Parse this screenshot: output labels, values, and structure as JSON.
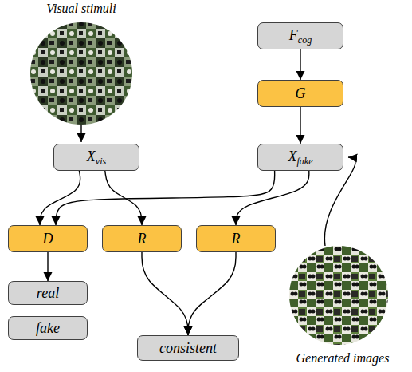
{
  "diagram": {
    "nodes": [
      {
        "text": [
          "Fcog"
        ]
      },
      {
        "text": [
          "G"
        ]
      },
      {
        "text": [
          "Xvis"
        ]
      },
      {
        "text": [
          "Xfake"
        ]
      },
      {
        "text": [
          "D"
        ]
      },
      {
        "text": [
          "R"
        ]
      },
      {
        "text": [
          "R"
        ]
      },
      {
        "text": [
          "real"
        ]
      },
      {
        "text": [
          "fake"
        ]
      },
      {
        "text": [
          "consistent"
        ]
      }
    ],
    "edges": [
      {
        "from": 0,
        "to": 1,
        "arrow": "to"
      },
      {
        "from": 1,
        "to": 3,
        "arrow": "to"
      },
      {
        "from": 2,
        "to": 4,
        "arrow": "to"
      },
      {
        "from": 2,
        "to": 5,
        "arrow": "to"
      },
      {
        "from": 3,
        "to": 4,
        "arrow": "to"
      },
      {
        "from": 3,
        "to": 6,
        "arrow": "to"
      },
      {
        "from": 4,
        "to": 7,
        "arrow": "to"
      },
      {
        "from": 5,
        "to": 9,
        "arrow": "to"
      },
      {
        "from": 6,
        "to": 9,
        "arrow": "to"
      }
    ],
    "labels": [
      "Visual stimuli",
      "Generated images"
    ]
  }
}
